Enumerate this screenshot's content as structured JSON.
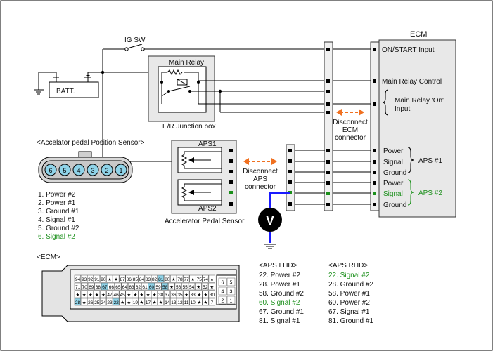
{
  "labels": {
    "ig_sw": "IG SW",
    "batt": "BATT.",
    "main_relay": "Main Relay",
    "junction_box": "E/R Junction box",
    "ecm_title": "ECM",
    "disconnect_ecm": [
      "Disconnect",
      "ECM",
      "connector"
    ],
    "disconnect_aps": [
      "Disconnect",
      "APS",
      "connector"
    ],
    "aps1": "APS1",
    "aps2": "APS2",
    "aps_sensor": "Accelerator Pedal Sensor",
    "voltmeter": "V",
    "sensor_heading": "<Accelator pedal Position Sensor>",
    "ecm_heading": "<ECM>"
  },
  "ecm_pins": [
    {
      "label": "ON/START Input",
      "green": false
    },
    {
      "label": "Main Relay Control",
      "green": false
    },
    {
      "label": "Main Relay 'On'",
      "green": false
    },
    {
      "label": "Input",
      "green": false
    },
    {
      "label": "Power",
      "green": false
    },
    {
      "label": "Signal",
      "green": false
    },
    {
      "label": "Ground",
      "green": false
    },
    {
      "label": "Power",
      "green": false
    },
    {
      "label": "Signal",
      "green": true
    },
    {
      "label": "Ground",
      "green": false
    }
  ],
  "ecm_groups": [
    {
      "label": "APS #1",
      "green": false
    },
    {
      "label": "APS #2",
      "green": true
    }
  ],
  "sensor_pins": [
    "6",
    "5",
    "4",
    "3",
    "2",
    "1"
  ],
  "sensor_legend": [
    {
      "text": "1. Power #2",
      "green": false
    },
    {
      "text": "2. Power #1",
      "green": false
    },
    {
      "text": "3. Ground #1",
      "green": false
    },
    {
      "text": "4. Signal #1",
      "green": false
    },
    {
      "text": "5. Ground #2",
      "green": false
    },
    {
      "text": "6. Signal #2",
      "green": true
    }
  ],
  "aps_lhd": {
    "title": "<APS LHD>",
    "items": [
      {
        "text": "22. Power #2",
        "green": false
      },
      {
        "text": "28. Power #1",
        "green": false
      },
      {
        "text": "58. Ground #2",
        "green": false
      },
      {
        "text": "60. Signal #2",
        "green": true
      },
      {
        "text": "67. Ground #1",
        "green": false
      },
      {
        "text": "81. Signal #1",
        "green": false
      }
    ]
  },
  "aps_rhd": {
    "title": "<APS RHD>",
    "items": [
      {
        "text": "22. Signal #2",
        "green": true
      },
      {
        "text": "28. Ground #2",
        "green": false
      },
      {
        "text": "58. Power #1",
        "green": false
      },
      {
        "text": "60. Power #2",
        "green": false
      },
      {
        "text": "67. Signal #1",
        "green": false
      },
      {
        "text": "81. Ground #1",
        "green": false
      }
    ]
  },
  "ecm_connector": {
    "row1": [
      "94",
      "93",
      "92",
      "91",
      "90",
      "★",
      "★",
      "87",
      "86",
      "85",
      "84",
      "83",
      "82",
      "81",
      "80",
      "★",
      "78",
      "77",
      "★",
      "75",
      "74",
      "★"
    ],
    "row2": [
      "71",
      "70",
      "69",
      "68",
      "67",
      "66",
      "65",
      "64",
      "63",
      "62",
      "61",
      "60",
      "59",
      "58",
      "★",
      "56",
      "55",
      "54",
      "★",
      "52",
      "★"
    ],
    "row3": [
      "★",
      "★",
      "★",
      "★",
      "★",
      "47",
      "46",
      "45",
      "★",
      "★",
      "★",
      "★",
      "★",
      "38",
      "37",
      "36",
      "35",
      "★",
      "33",
      "★",
      "★",
      "30"
    ],
    "row4": [
      "28",
      "★",
      "26",
      "25",
      "24",
      "23",
      "22",
      "★",
      "★",
      "19",
      "★",
      "17",
      "★",
      "★",
      "14",
      "13",
      "12",
      "11",
      "10",
      "★",
      "★",
      "7"
    ],
    "side": [
      "6",
      "5",
      "4",
      "3",
      "2",
      "1"
    ]
  },
  "colors": {
    "green": "#1a8f1a",
    "blue": "#1a1aff",
    "orange": "#f07020",
    "highlight": "#8fd3e8"
  }
}
